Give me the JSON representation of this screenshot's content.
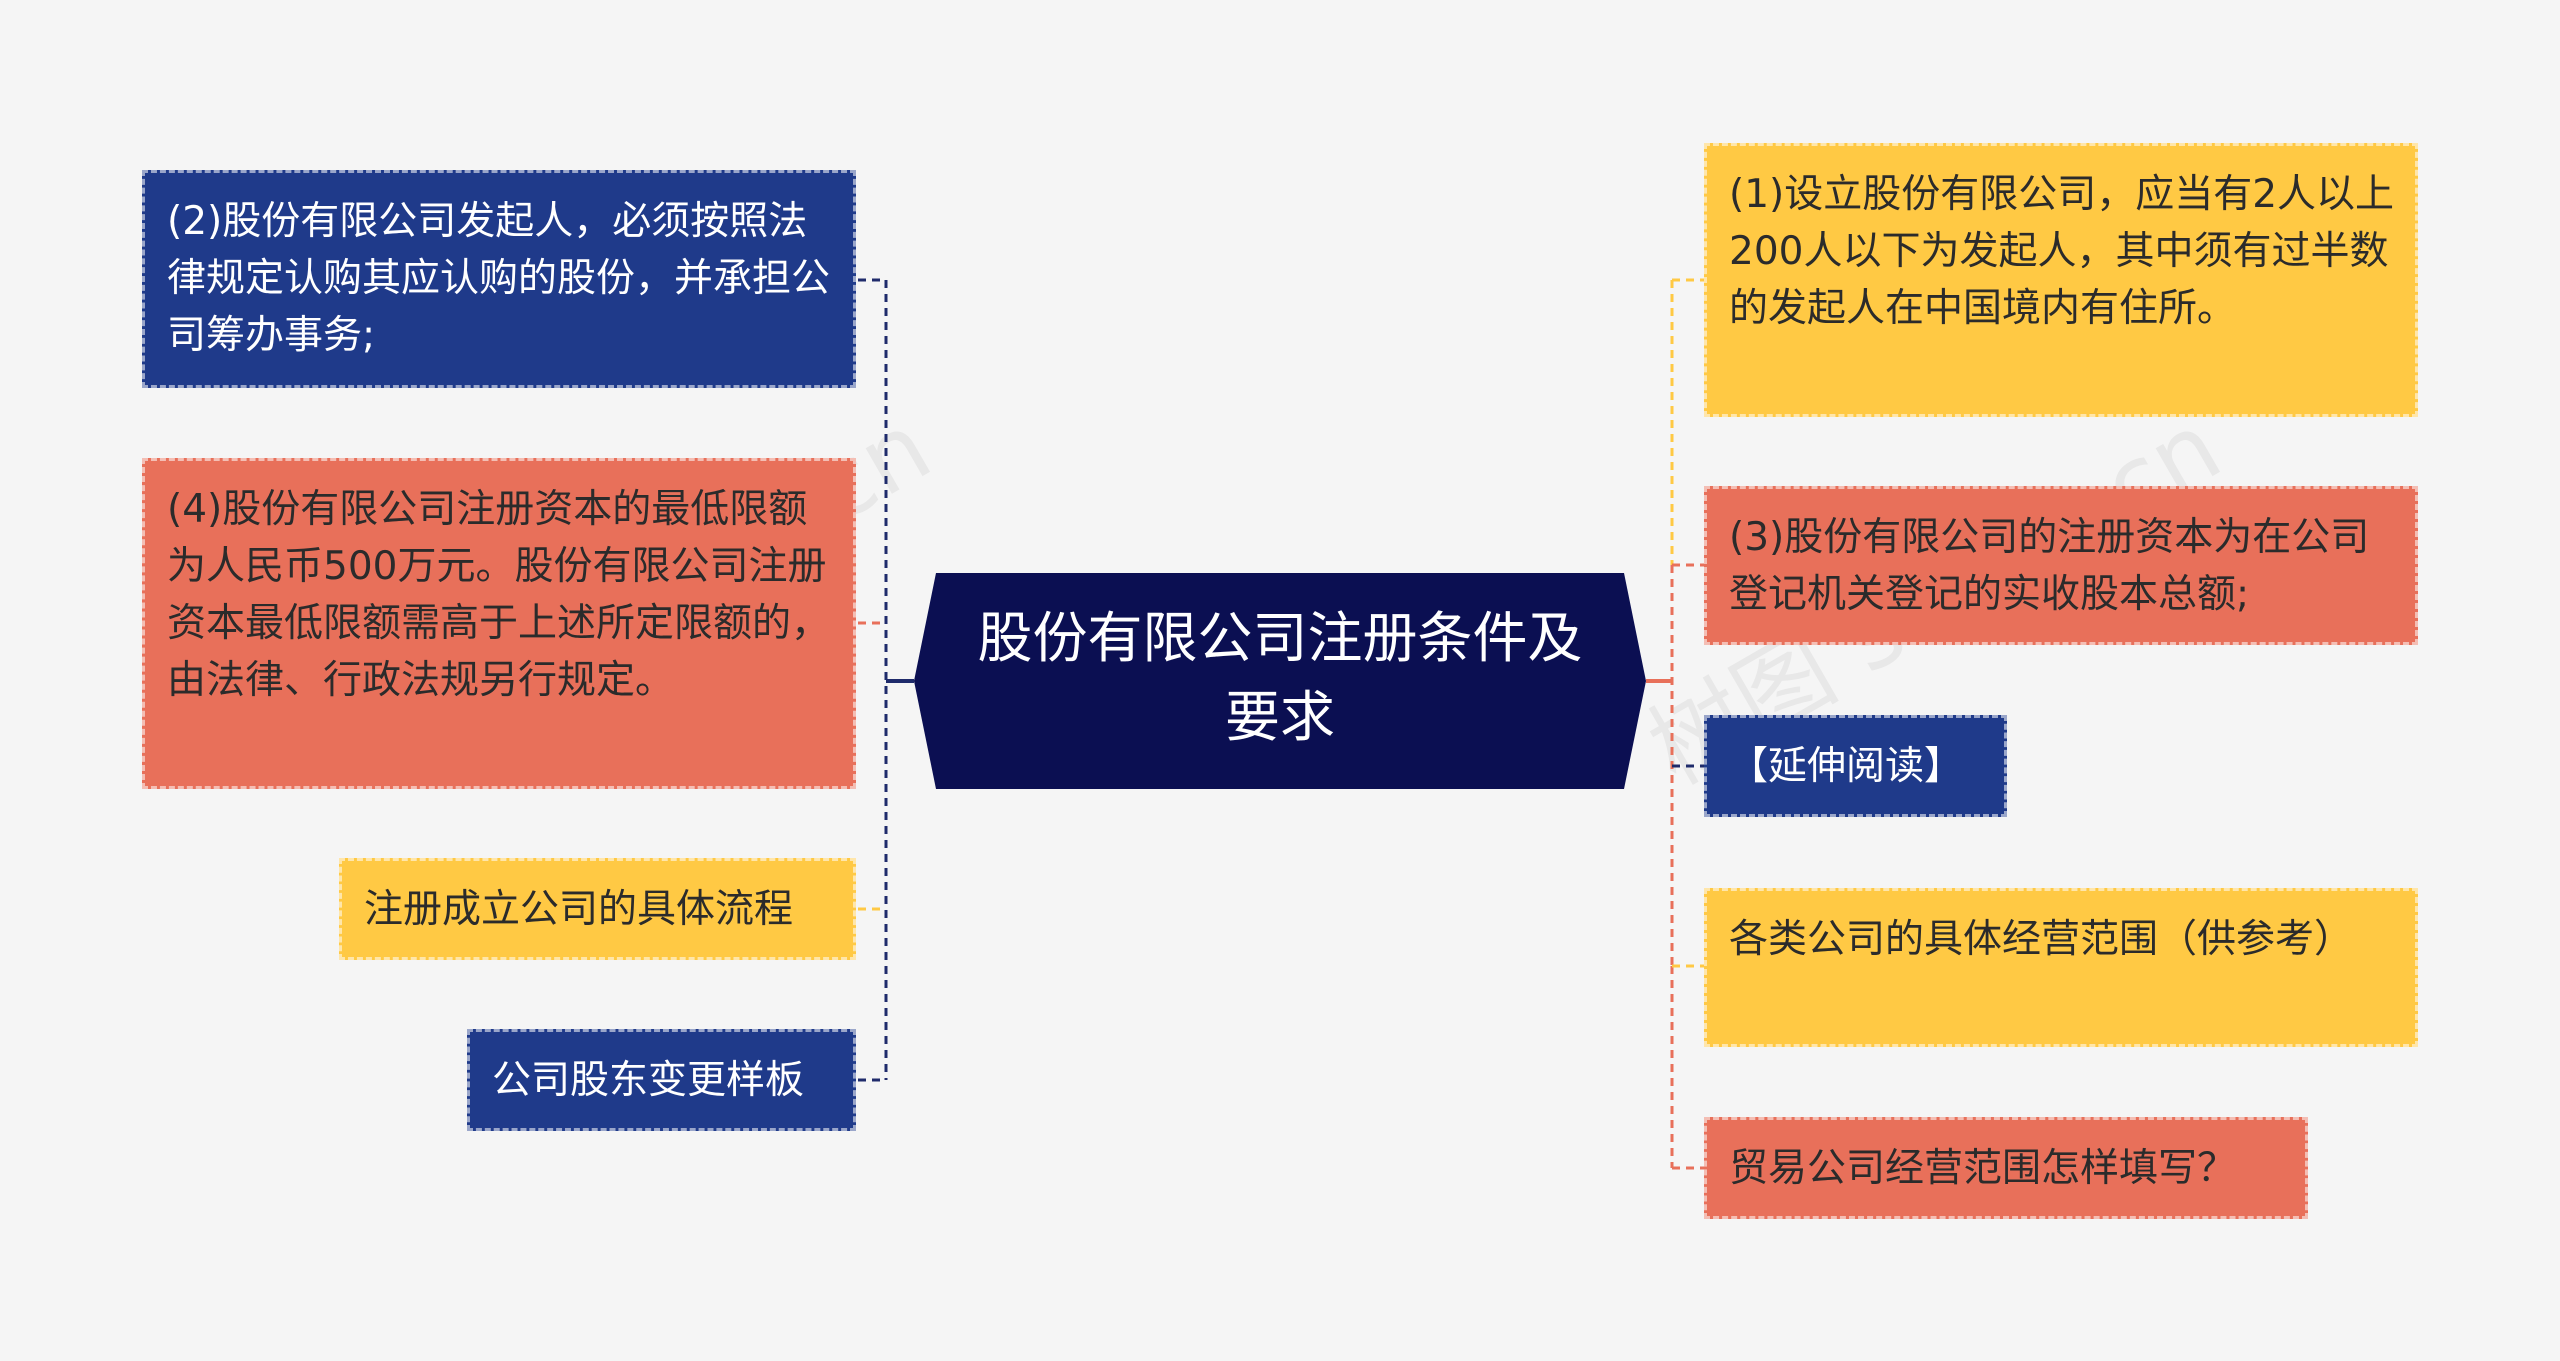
{
  "center": {
    "title": "股份有限公司注册条件及要求"
  },
  "left_nodes": [
    {
      "id": "l1",
      "text": "(2)股份有限公司发起人，必须按照法律规定认购其应认购的股份，并承担公司筹办事务;",
      "color": "#1f3a8a"
    },
    {
      "id": "l2",
      "text": "(4)股份有限公司注册资本的最低限额为人民币500万元。股份有限公司注册资本最低限额需高于上述所定限额的，由法律、行政法规另行规定。",
      "color": "#e8705a"
    },
    {
      "id": "l3",
      "text": "注册成立公司的具体流程",
      "color": "#ffc944"
    },
    {
      "id": "l4",
      "text": "公司股东变更样板",
      "color": "#1f3a8a"
    }
  ],
  "right_nodes": [
    {
      "id": "r1",
      "text": "(1)设立股份有限公司，应当有2人以上200人以下为发起人，其中须有过半数的发起人在中国境内有住所。",
      "color": "#ffc944"
    },
    {
      "id": "r2",
      "text": "(3)股份有限公司的注册资本为在公司登记机关登记的实收股本总额;",
      "color": "#e8705a"
    },
    {
      "id": "r3",
      "text": "【延伸阅读】",
      "color": "#1f3a8a"
    },
    {
      "id": "r4",
      "text": "各类公司的具体经营范围（供参考）",
      "color": "#ffc944"
    },
    {
      "id": "r5",
      "text": "贸易公司经营范围怎样填写？",
      "color": "#e8705a"
    }
  ],
  "colors": {
    "background": "#f5f5f5",
    "center_fill": "#0b0f52",
    "blue": "#1f3a8a",
    "red": "#e8705a",
    "yellow": "#ffc944",
    "line_navy": "#1f2b6b"
  },
  "watermark": {
    "text": "树图 shutu.cn"
  }
}
